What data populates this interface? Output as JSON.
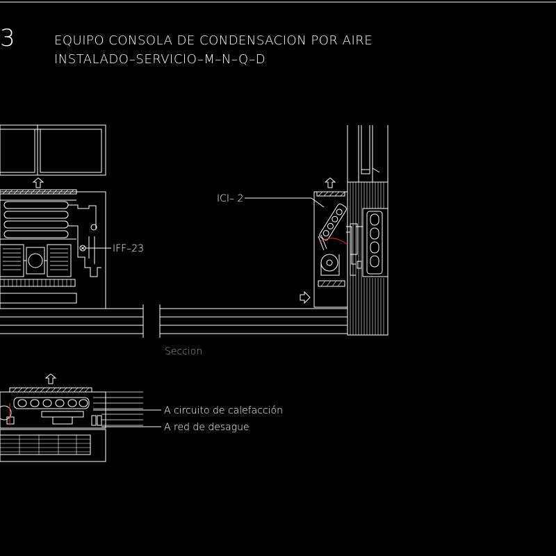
{
  "sheet": {
    "number": "3",
    "title_line1": "EQUIPO CONSOLA DE CONDENSACION POR AIRE",
    "title_line2": "INSTALADO–SERVICIO–M–N–Q–D"
  },
  "labels": {
    "iff": "IFF–23",
    "ici": "ICI– 2",
    "section": "Seccion",
    "heating_circuit": "A circuito de calefacción",
    "drain": "A red de desague"
  },
  "colors": {
    "background": "#000000",
    "line": "#ffffff",
    "text": "#ffffff",
    "section_label": "#9a9a9a",
    "pipe_accent": "#d13030"
  }
}
